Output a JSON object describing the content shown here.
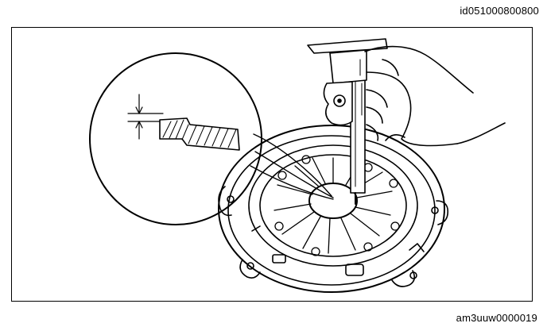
{
  "figure": {
    "id_top": "id051000800800",
    "id_bottom": "am3uuw0000019"
  },
  "illustration": {
    "subject": "pressure plate diaphragm spring finger wear depth measurement with vernier caliper",
    "line_color": "#000000",
    "background_color": "#ffffff",
    "icons": [
      "vernier-caliper-icon",
      "hand-icon",
      "pressure-plate-icon",
      "detail-magnifier-icon"
    ]
  }
}
